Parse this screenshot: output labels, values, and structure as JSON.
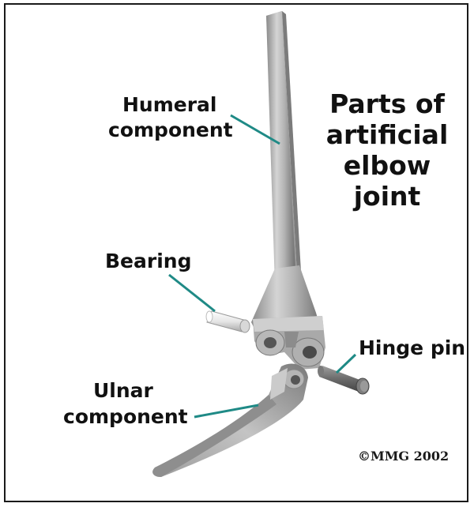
{
  "title_lines": [
    "Parts of",
    "artificial",
    "elbow",
    "joint"
  ],
  "labels": {
    "humeral_line1": "Humeral",
    "humeral_line2": "component",
    "bearing": "Bearing",
    "hinge_pin": "Hinge pin",
    "ulnar_line1": "Ulnar",
    "ulnar_line2": "component"
  },
  "copyright": "©MMG 2002",
  "colors": {
    "leader_line": "#1f8a86",
    "metal_light": "#c9c9c9",
    "metal_dark": "#6e6e6e"
  }
}
